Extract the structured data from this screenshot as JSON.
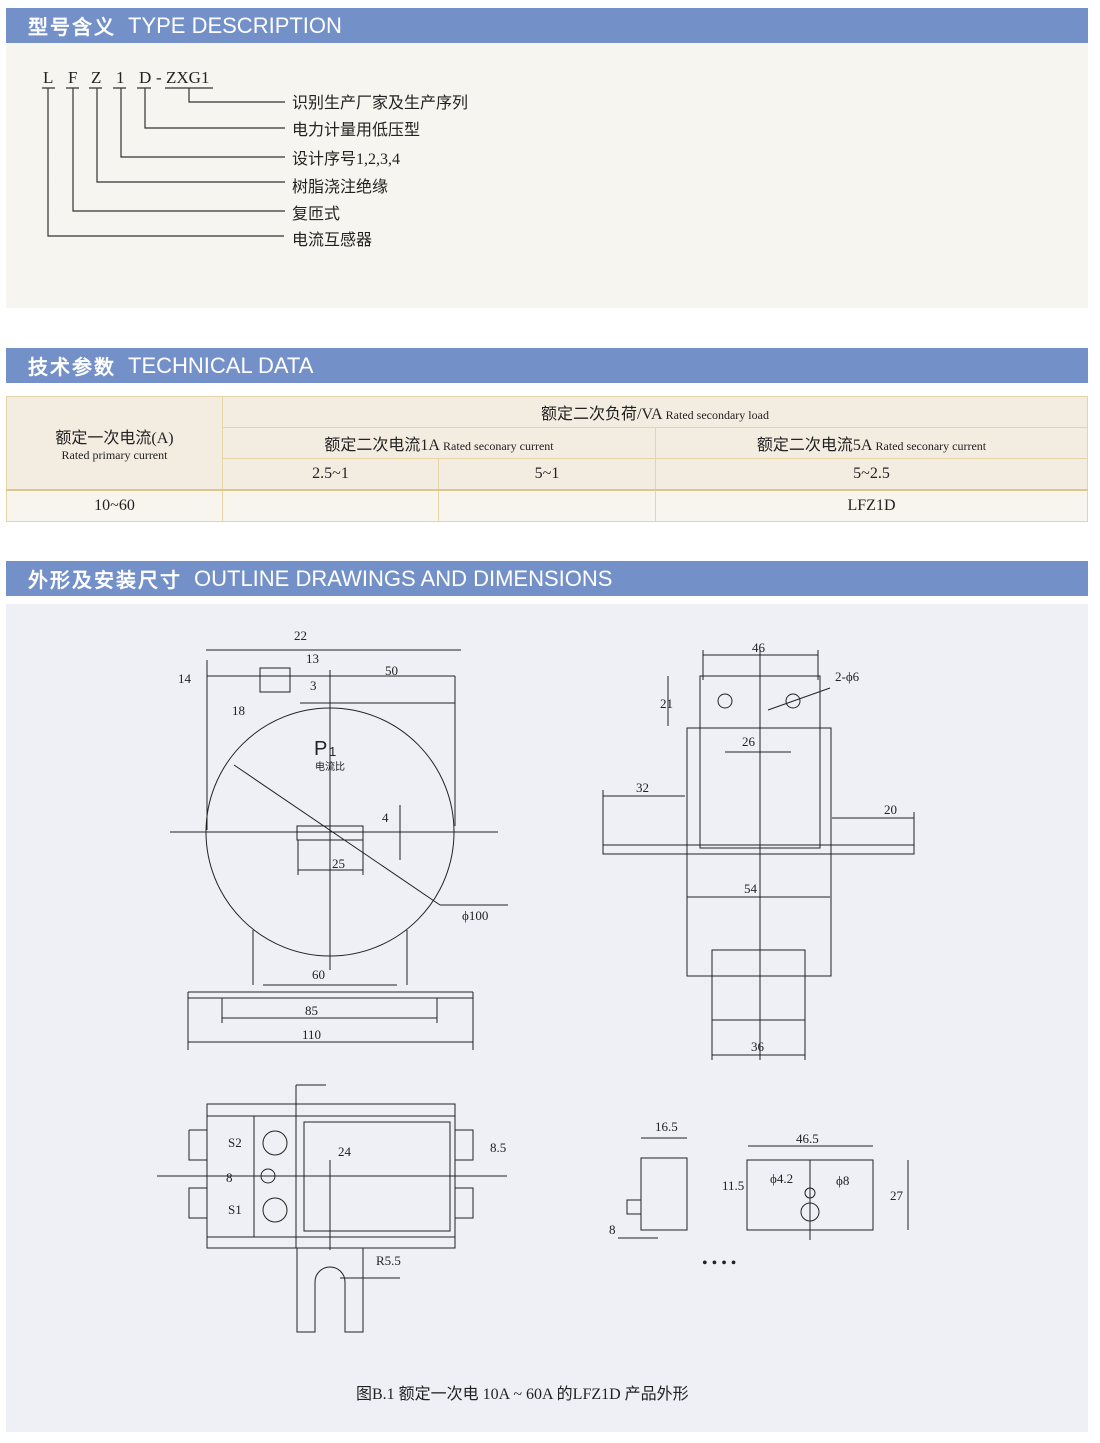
{
  "sections": {
    "type": {
      "cn": "型号含义",
      "en": "TYPE  DESCRIPTION"
    },
    "tech": {
      "cn": "技术参数",
      "en": "TECHNICAL DATA"
    },
    "outline": {
      "cn": "外形及安装尺寸",
      "en": "OUTLINE DRAWINGS AND DIMENSIONS"
    }
  },
  "model": {
    "letters": [
      "L",
      "F",
      "Z",
      "1",
      "D",
      "-",
      "ZXG1"
    ],
    "meanings": [
      "识别生产厂家及生产序列",
      "电力计量用低压型",
      "设计序号1,2,3,4",
      "树脂浇注绝缘",
      "复匝式",
      "电流互感器"
    ]
  },
  "table": {
    "primary_cn": "额定一次电流(A)",
    "primary_en": "Rated primary current",
    "load_cn": "额定二次负荷/VA",
    "load_en": "Rated secondary load",
    "sec1_cn": "额定二次电流1A",
    "sec1_en": "Rated seconary current",
    "sec5_cn": "额定二次电流5A",
    "sec5_en": "Rated seconary current",
    "sub": [
      "2.5~1",
      "5~1",
      "5~2.5"
    ],
    "row": [
      "10~60",
      "",
      "",
      "LFZ1D"
    ]
  },
  "drawing": {
    "front": {
      "dims": [
        "22",
        "13",
        "50",
        "14",
        "3",
        "18",
        "4",
        "25",
        "ϕ100",
        "60",
        "85",
        "110"
      ],
      "p1": "P",
      "p1sub": "1",
      "ratio": "电流比"
    },
    "side": {
      "dims": [
        "46",
        "2-ϕ6",
        "21",
        "26",
        "32",
        "20",
        "54",
        "36"
      ]
    },
    "bottom": {
      "dims": [
        "S2",
        "S1",
        "24",
        "8",
        "8.5",
        "R5.5"
      ]
    },
    "detail": {
      "dims": [
        "16.5",
        "11.5",
        "8",
        "46.5",
        "ϕ4.2",
        "ϕ8",
        "27"
      ],
      "dots": "• • • •"
    },
    "caption": "图B.1 额定一次电 10A ~ 60A  的LFZ1D 产品外形"
  }
}
